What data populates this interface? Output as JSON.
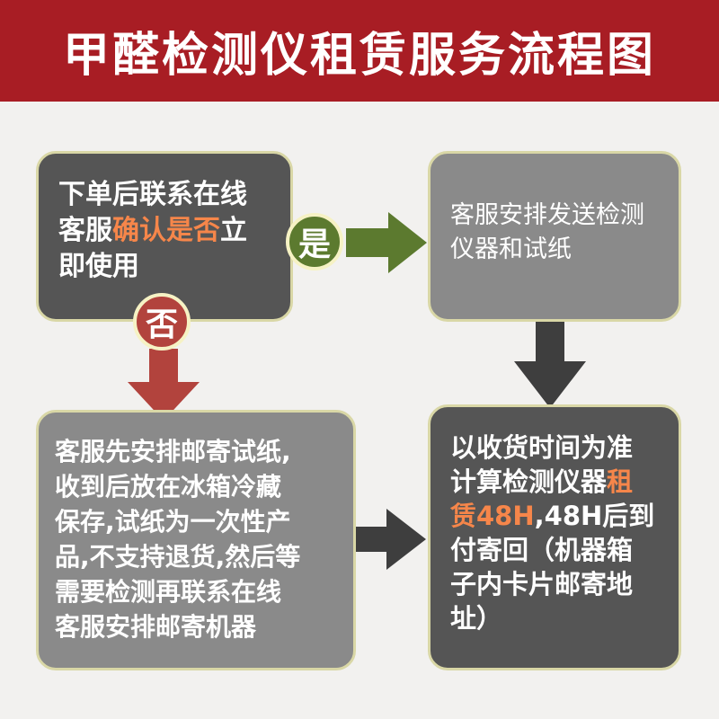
{
  "header": {
    "title": "甲醛检测仪租赁服务流程图"
  },
  "box_order": {
    "lines": [
      [
        {
          "text": "下单后联系在线",
          "hl": false
        }
      ],
      [
        {
          "text": "客服",
          "hl": false
        },
        {
          "text": "确认是否",
          "hl": true
        },
        {
          "text": "立",
          "hl": false
        }
      ],
      [
        {
          "text": "即使用",
          "hl": false
        }
      ]
    ]
  },
  "box_ship": {
    "lines": [
      [
        {
          "text": "客服安排发送检测",
          "hl": false
        }
      ],
      [
        {
          "text": "仪器和试纸",
          "hl": false
        }
      ]
    ]
  },
  "box_no_path": {
    "lines": [
      [
        {
          "text": "客服先安排邮寄试纸,",
          "hl": false
        }
      ],
      [
        {
          "text": "收到后放在冰箱冷藏",
          "hl": false
        }
      ],
      [
        {
          "text": "保存,试纸为一次性产",
          "hl": false
        }
      ],
      [
        {
          "text": "品,不支持退货,然后等",
          "hl": false
        }
      ],
      [
        {
          "text": "需要检测再联系在线",
          "hl": false
        }
      ],
      [
        {
          "text": "客服安排邮寄机器",
          "hl": false
        }
      ]
    ]
  },
  "box_return": {
    "lines": [
      [
        {
          "text": "以收货时间为准",
          "hl": false
        }
      ],
      [
        {
          "text": "计算检测仪器",
          "hl": false
        },
        {
          "text": "租",
          "hl": true
        }
      ],
      [
        {
          "text": "赁48H",
          "hl": true
        },
        {
          "text": ",48H后到",
          "hl": false
        }
      ],
      [
        {
          "text": "付寄回（机器箱",
          "hl": false
        }
      ],
      [
        {
          "text": "子内卡片邮寄地",
          "hl": false
        }
      ],
      [
        {
          "text": "址）",
          "hl": false
        }
      ]
    ]
  },
  "badges": {
    "yes": "是",
    "no": "否"
  },
  "colors": {
    "header_bg": "#a81d24",
    "highlight": "#f6864a",
    "arrow_yes": "#5c7a2f",
    "arrow_no": "#b2433d",
    "arrow_dark": "#3e3e3e"
  }
}
